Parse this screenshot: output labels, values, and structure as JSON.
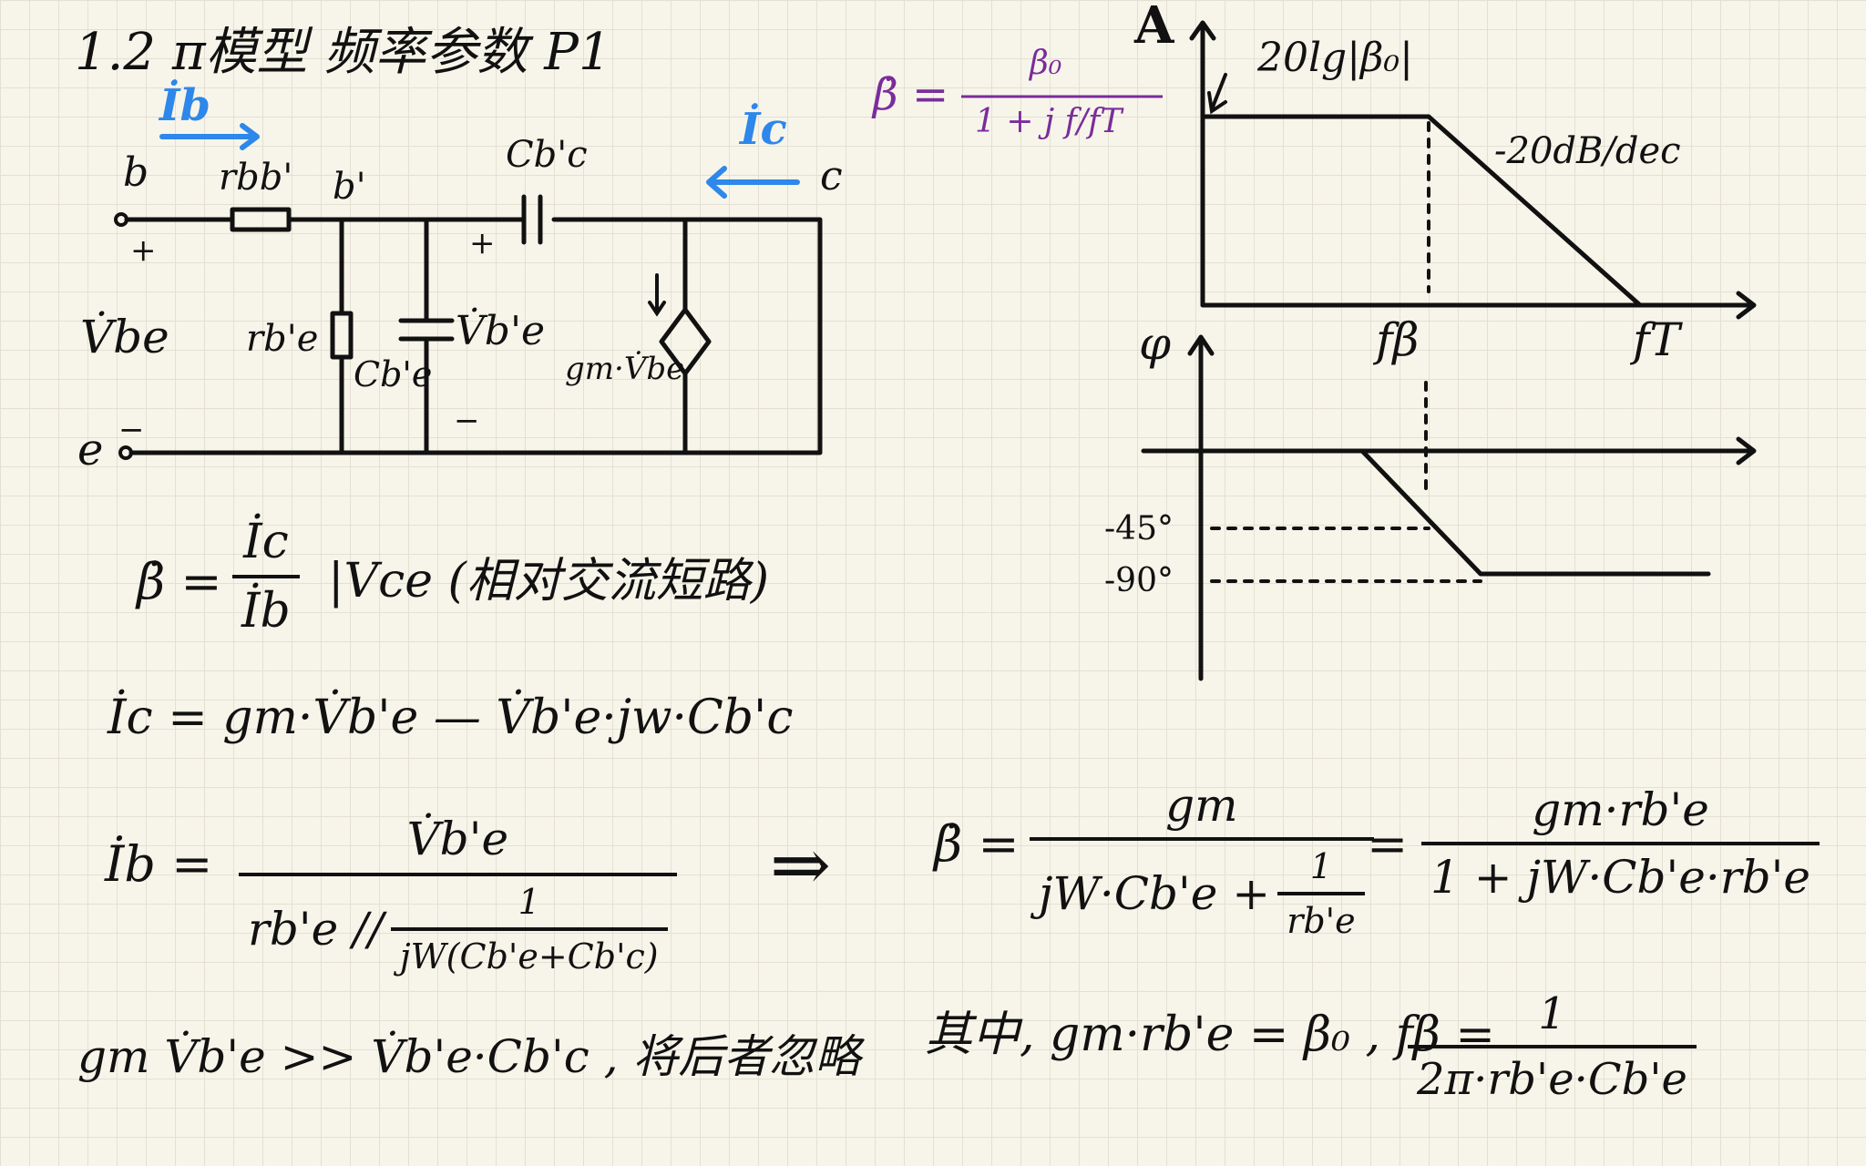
{
  "title": "1.2 π模型 频率参数 P1",
  "circuit": {
    "i_b": "İb",
    "i_c": "İc",
    "node_b": "b",
    "node_bprime": "b'",
    "node_c": "c",
    "node_e": "e",
    "r_bb": "rbb'",
    "r_be": "rb'e",
    "c_be": "Cb'e",
    "c_bc": "Cb'c",
    "v_be": "V̇be",
    "v_bprime_e": "V̇b'e",
    "source": "gm·V̇be",
    "plus": "+",
    "minus": "−"
  },
  "beta_formula": {
    "lhs": "β̇ =",
    "numerator": "β₀",
    "denominator": "1 + j f/fT"
  },
  "bode": {
    "mag_axis": "A",
    "mag_label": "20lg|β₀|",
    "slope": "-20dB/dec",
    "f_beta": "fβ",
    "f_t": "fT",
    "phase_axis": "φ",
    "tick_45": "-45°",
    "tick_90": "-90°"
  },
  "eqs": {
    "beta_def_lhs": "β̇ =",
    "beta_def_num": "İc",
    "beta_def_den": "İb",
    "beta_def_cond": "|Vce (相对交流短路)",
    "ic_eq": "İc = gm·V̇b'e — V̇b'e·jw·Cb'c",
    "ib_lhs": "İb =",
    "ib_num": "V̇b'e",
    "ib_den_pre": "rb'e //",
    "ib_den_num": "1",
    "ib_den_den": "jW(Cb'e+Cb'c)",
    "implies": "⇒",
    "final_lhs": "β̇ =",
    "final_num1": "gm",
    "final_den1_a": "jW·Cb'e +",
    "final_den1_num": "1",
    "final_den1_den": "rb'e",
    "final_eq": "=",
    "final_num2": "gm·rb'e",
    "final_den2": "1 + jW·Cb'e·rb'e",
    "approx": "gm V̇b'e >> V̇b'e·Cb'c , 将后者忽略",
    "where": "其中, gm·rb'e = β₀ , fβ =",
    "fb_num": "1",
    "fb_den": "2π·rb'e·Cb'e"
  }
}
